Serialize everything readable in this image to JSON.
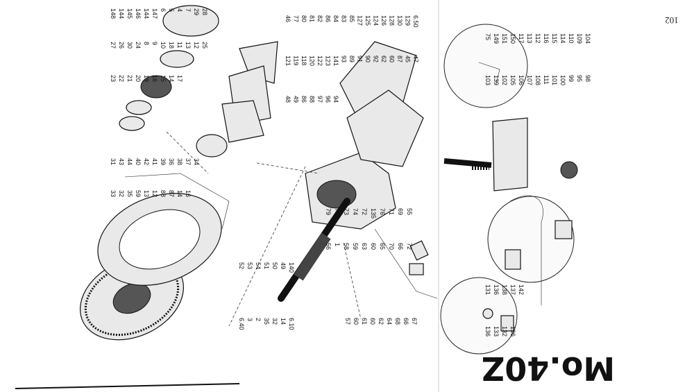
{
  "page": {
    "page_number": "102",
    "model_title": "Mo.40Z"
  },
  "label_groups": [
    {
      "name": "top-left",
      "labels": [
        "148",
        "144",
        "145",
        "146",
        "144",
        "147",
        "6",
        "5",
        "4",
        "7",
        "29",
        "28",
        "27",
        "26",
        "30",
        "24",
        "8",
        "9",
        "10",
        "18",
        "11",
        "13",
        "12",
        "25",
        "23",
        "22",
        "21",
        "20",
        "19",
        "16",
        "15",
        "14",
        "17"
      ]
    },
    {
      "name": "top-center",
      "labels": [
        "46",
        "77",
        "80",
        "81",
        "82",
        "86",
        "84",
        "83",
        "85",
        "127",
        "125",
        "124",
        "126",
        "128",
        "130",
        "129",
        "6.50",
        "121",
        "119",
        "118",
        "120",
        "122",
        "123",
        "141",
        "93",
        "89",
        "91",
        "90",
        "92",
        "62",
        "60",
        "87",
        "45",
        "47",
        "48",
        "49",
        "86",
        "88",
        "97",
        "96",
        "94"
      ]
    },
    {
      "name": "top-right",
      "labels": [
        "75",
        "149",
        "151",
        "150",
        "117",
        "113",
        "112",
        "116",
        "115",
        "114",
        "110",
        "109",
        "104",
        "103",
        "139",
        "102",
        "105",
        "106",
        "107",
        "108",
        "111",
        "101",
        "100",
        "99",
        "95",
        "98"
      ]
    },
    {
      "name": "middle-left",
      "labels": [
        "31",
        "43",
        "44",
        "40",
        "42",
        "41",
        "39",
        "36",
        "38",
        "37",
        "34",
        "33",
        "32",
        "35",
        "59",
        "13",
        "12",
        "88",
        "87",
        "14",
        "16"
      ]
    },
    {
      "name": "middle-center",
      "labels": [
        "79",
        "78",
        "73",
        "74",
        "72",
        "135",
        "76",
        "71",
        "69",
        "55",
        "56",
        "1",
        "58",
        "59",
        "63",
        "60",
        "65",
        "70",
        "66",
        "72"
      ]
    },
    {
      "name": "bottom-left",
      "labels": [
        "52",
        "53",
        "54",
        "51",
        "50",
        "49",
        "140",
        "6.40",
        "3",
        "2",
        "35",
        "32",
        "14",
        "6.10"
      ]
    },
    {
      "name": "bottom-center",
      "labels": [
        "57",
        "60",
        "61",
        "60",
        "62",
        "64",
        "68",
        "66",
        "67"
      ]
    },
    {
      "name": "bottom-right",
      "labels": [
        "131",
        "136",
        "138",
        "137",
        "142",
        "136",
        "133",
        "132",
        "136"
      ]
    }
  ]
}
